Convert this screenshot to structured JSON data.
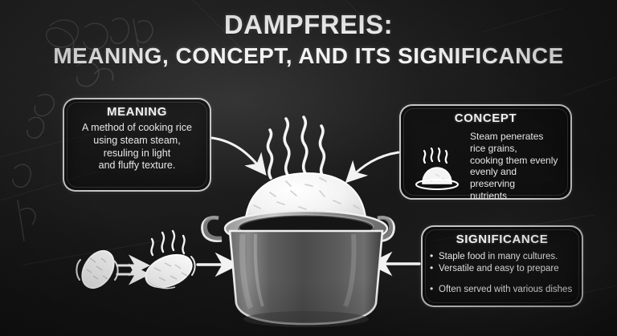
{
  "board": {
    "background_color": "#141414",
    "chalk_color": "#f0f0f0"
  },
  "title": {
    "line1": "DAMPFREIS:",
    "line2": "MEANING, CONCEPT, AND ITS SIGNIFICANCE"
  },
  "boxes": {
    "meaning": {
      "heading": "MEANING",
      "body": "A method of cooking rice using steam steam, resuling in light and fluffy texture.",
      "lines": [
        "A method of cooking rice",
        "using steam steam,",
        "resuling in light",
        "and fluffy texture."
      ]
    },
    "concept": {
      "heading": "CONCEPT",
      "body": "Steam penerates rice grains, cooking them evenly evenly and preserving nutrients",
      "lines": [
        "Steam penerates",
        "rice grains,",
        "cooking them evenly",
        "evenly and preserving",
        "nutrients"
      ],
      "icon": "steaming-rice-bowl-icon"
    },
    "significance": {
      "heading": "SIGNIFICANCE",
      "bullets": [
        "Staple food in many cultures.",
        "Versatile and easy to prepare",
        "Often served with various dishes"
      ]
    }
  },
  "illustration": {
    "main": "rice-pot-with-steam",
    "pot_label": "cooking-pot",
    "rice_label": "cooked-rice-mound",
    "steam_label": "steam-wisps",
    "process": {
      "step1": "raw-rice-grain",
      "step2": "steaming-rice-grain",
      "arrows": 2
    },
    "arrows_to_pot": 4
  }
}
